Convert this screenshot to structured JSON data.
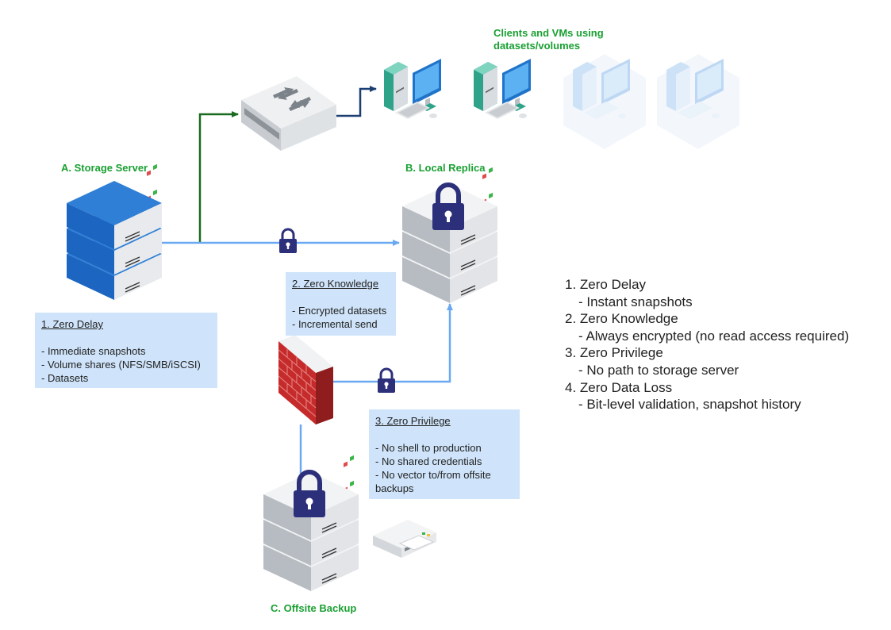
{
  "labels": {
    "clients": "Clients and VMs using datasets/volumes",
    "storage_server": "A. Storage Server",
    "local_replica": "B. Local Replica",
    "offsite_backup": "C. Offsite Backup"
  },
  "note_storage": {
    "heading": "1. Zero Delay",
    "lines": [
      "- Immediate snapshots",
      "- Volume shares (NFS/SMB/iSCSI)",
      "- Datasets"
    ]
  },
  "note_replica": {
    "heading": "2. Zero Knowledge",
    "lines": [
      "- Encrypted datasets",
      "- Incremental send"
    ]
  },
  "note_offsite": {
    "heading": "3. Zero Privilege",
    "lines": [
      "- No shell to production",
      "- No shared credentials",
      "- No vector to/from offsite",
      "backups"
    ]
  },
  "summary": [
    {
      "title": "1. Zero Delay",
      "detail": "- Instant snapshots"
    },
    {
      "title": "2. Zero Knowledge",
      "detail": "- Always encrypted (no read access required)"
    },
    {
      "title": "3. Zero Privilege",
      "detail": "- No path to storage server"
    },
    {
      "title": "4. Zero Data Loss",
      "detail": "- Bit-level validation, snapshot history"
    }
  ],
  "colors": {
    "green_line": "#1a6b1f",
    "navy_line": "#1c3f73",
    "blue_line": "#6aa9f2",
    "lock": "#2c2f7a",
    "label_green": "#1aa032",
    "note_bg": "#cfe4fa"
  },
  "icons": [
    "network-switch-icon",
    "desktop-computer-icon",
    "server-icon",
    "lock-icon",
    "firewall-icon",
    "tape-drive-icon"
  ]
}
